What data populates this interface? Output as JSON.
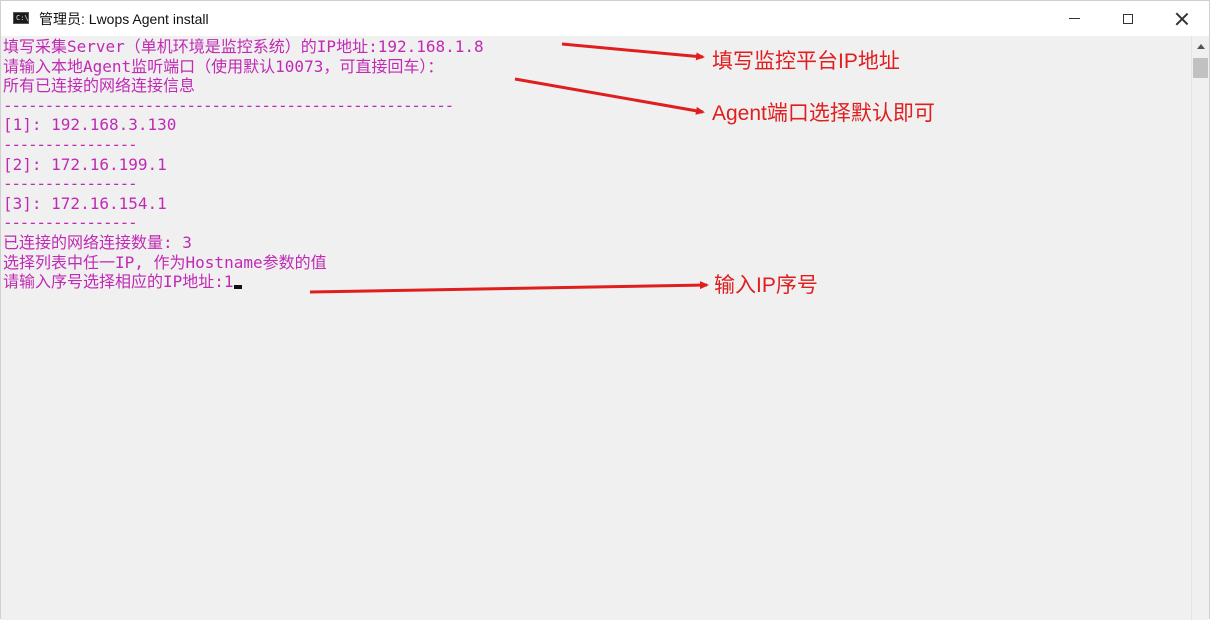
{
  "window": {
    "title": "管理员:  Lwops Agent install",
    "icon": "console-app-icon",
    "icon_text": "C:\\",
    "controls": [
      "minimize-icon",
      "maximize-icon",
      "close-icon"
    ]
  },
  "console": {
    "text_color": "#c02ab4",
    "background": "#f0f0f0",
    "lines": [
      "填写采集Server（单机环境是监控系统）的IP地址:192.168.1.8",
      "请输入本地Agent监听端口（使用默认10073，可直接回车）：",
      "所有已连接的网络连接信息",
      "------------------------------------------------------",
      "[1]: 192.168.3.130",
      "----------------",
      "[2]: 172.16.199.1",
      "----------------",
      "[3]: 172.16.154.1",
      "----------------",
      "已连接的网络连接数量: 3",
      "选择列表中任一IP, 作为Hostname参数的值",
      "请输入序号选择相应的IP地址:1"
    ]
  },
  "annotations": {
    "color": "#e01e1e",
    "items": [
      "填写监控平台IP地址",
      "Agent端口选择默认即可",
      "输入IP序号"
    ]
  }
}
